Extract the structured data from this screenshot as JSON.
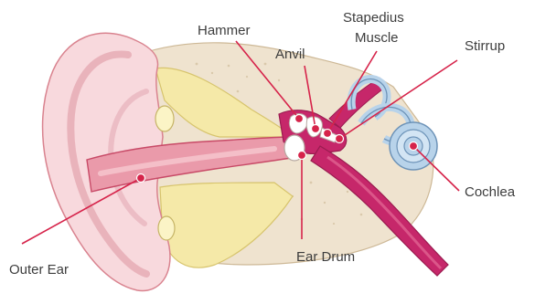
{
  "labels": {
    "hammer": "Hammer",
    "anvil": "Anvil",
    "stapedius_line1": "Stapedius",
    "stapedius_line2": "Muscle",
    "stirrup": "Stirrup",
    "cochlea": "Cochlea",
    "ear_drum": "Ear Drum",
    "outer_ear": "Outer Ear"
  },
  "colors": {
    "leader_line": "#d6234a",
    "marker_dot": "#d6234a",
    "skin_light": "#f8d9dd",
    "skin_mid": "#f0b8c0",
    "skin_edge": "#d9838f",
    "bone_yellow": "#f5e9a8",
    "bone_yellow_edge": "#d7c46d",
    "tissue_beige": "#efe3cf",
    "canal_pink": "#ea9aaa",
    "canal_dark": "#c84a67",
    "nerve_magenta": "#c6276a",
    "inner_blue": "#b8d3ea",
    "inner_blue_edge": "#6d93b8",
    "ossicle_white": "#ffffff"
  }
}
